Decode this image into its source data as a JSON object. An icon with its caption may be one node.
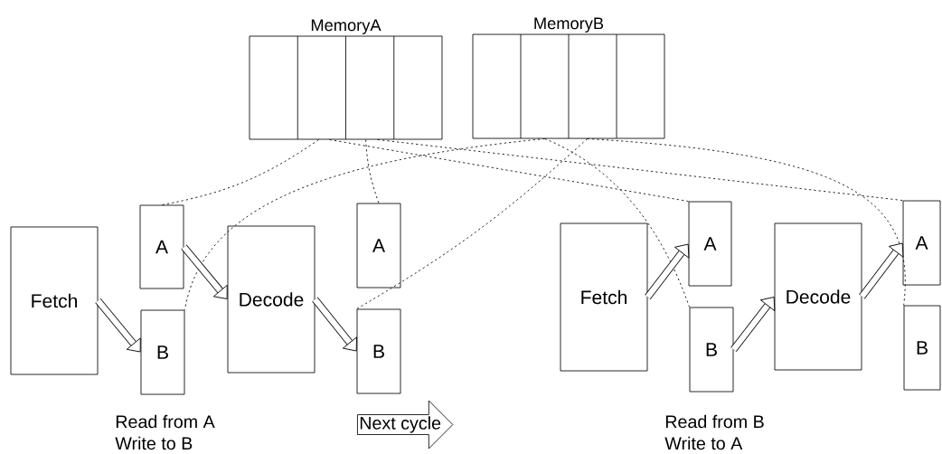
{
  "diagram": {
    "nodes": [
      {
        "text": [
          "MemoryA"
        ]
      },
      {
        "text": [
          "MemoryB"
        ]
      },
      {
        "text": [
          "Fetch"
        ]
      },
      {
        "text": [
          "A"
        ]
      },
      {
        "text": [
          "B"
        ]
      },
      {
        "text": [
          "Decode"
        ]
      },
      {
        "text": [
          "A"
        ]
      },
      {
        "text": [
          "B"
        ]
      },
      {
        "text": [
          "Next cycle"
        ]
      },
      {
        "text": [
          "Fetch"
        ]
      },
      {
        "text": [
          "A"
        ]
      },
      {
        "text": [
          "B"
        ]
      },
      {
        "text": [
          "Decode"
        ]
      },
      {
        "text": [
          "A"
        ]
      },
      {
        "text": [
          "B"
        ]
      }
    ],
    "edges": [
      {
        "from": 0,
        "to": 3,
        "arrow": "none",
        "style": "dashed"
      },
      {
        "from": 0,
        "to": 6,
        "arrow": "none",
        "style": "dashed"
      },
      {
        "from": 0,
        "to": 10,
        "arrow": "none",
        "style": "dashed"
      },
      {
        "from": 0,
        "to": 13,
        "arrow": "none",
        "style": "dashed"
      },
      {
        "from": 1,
        "to": 4,
        "arrow": "none",
        "style": "dashed"
      },
      {
        "from": 1,
        "to": 7,
        "arrow": "none",
        "style": "dashed"
      },
      {
        "from": 1,
        "to": 11,
        "arrow": "none",
        "style": "dashed"
      },
      {
        "from": 1,
        "to": 14,
        "arrow": "none",
        "style": "dashed"
      },
      {
        "from": 2,
        "to": 4,
        "arrow": "to",
        "style": "thick"
      },
      {
        "from": 3,
        "to": 5,
        "arrow": "to",
        "style": "thick"
      },
      {
        "from": 5,
        "to": 7,
        "arrow": "to",
        "style": "thick"
      },
      {
        "from": 9,
        "to": 10,
        "arrow": "to",
        "style": "thick"
      },
      {
        "from": 11,
        "to": 12,
        "arrow": "to",
        "style": "thick"
      },
      {
        "from": 12,
        "to": 13,
        "arrow": "to",
        "style": "thick"
      }
    ],
    "labels": [
      "Read from A",
      "Write to B",
      "Read from B",
      "Write to A"
    ]
  }
}
